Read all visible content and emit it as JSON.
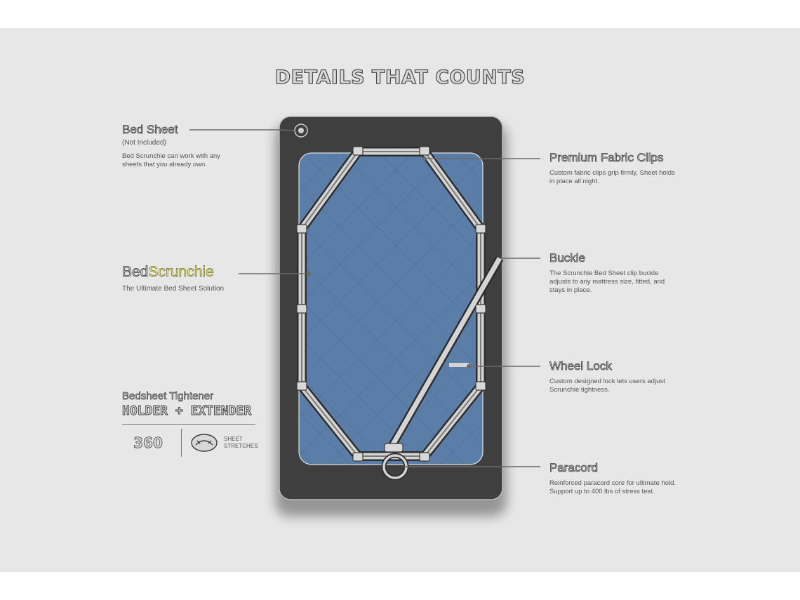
{
  "title": "DETAILS THAT COUNTS",
  "left_labels": {
    "bed_sheet": {
      "title": "Bed Sheet",
      "subtitle": "(Not Included)",
      "desc": "Bed Scrunchie can work with any sheets that you already own."
    },
    "bed_scrunchie": {
      "title_prefix": "Bed",
      "title_accent": "Scrunchie",
      "tagline": "The Ultimate Bed Sheet Solution"
    },
    "holder": {
      "line1": "Bedsheet Tightener",
      "line2": "HOLDER + EXTENDER",
      "badge_360": "360",
      "badge_text": "SHEET STRETCHES"
    }
  },
  "right_labels": {
    "clips": {
      "title": "Premium Fabric Clips",
      "desc": "Custom fabric clips grip firmly, Sheet holds in place all night."
    },
    "buckle": {
      "title": "Buckle",
      "desc": "The Scrunchie Bed Sheet clip buckle adjusts to any mattress size, fitted, and stays in place."
    },
    "wheel_lock": {
      "title": "Wheel Lock",
      "desc": "Custom designed lock lets users adjust Scrunchie tightness."
    },
    "paracord": {
      "title": "Paracord",
      "desc": "Reinforced paracord core for ultimate hold. Support up to 400 lbs of stress test."
    }
  },
  "colors": {
    "panel_bg": "#e7e7e7",
    "mattress_frame": "#3f3f3f",
    "mattress_blue": "#5b7ea8",
    "accent_yellow": "#f4f08a",
    "leader_line": "#6a6a6a"
  }
}
